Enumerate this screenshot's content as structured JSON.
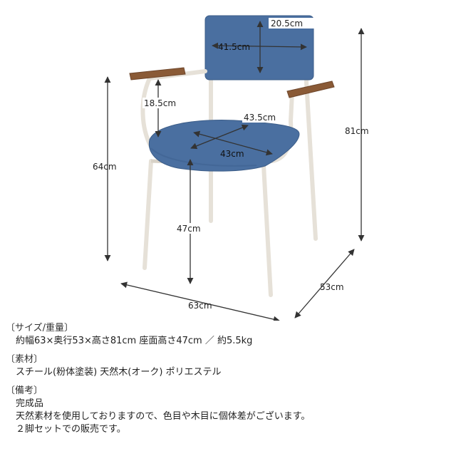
{
  "dimensions": {
    "back_height": "20.5cm",
    "back_width": "41.5cm",
    "armrest_to_seat": "18.5cm",
    "seat_depth": "43.5cm",
    "seat_width": "43cm",
    "arm_height": "64cm",
    "total_height": "81cm",
    "seat_height": "47cm",
    "total_width": "63cm",
    "total_depth": "53cm"
  },
  "specs": {
    "size": {
      "heading": "〔サイズ/重量〕",
      "lines": [
        "約幅63×奥行53×高さ81cm 座面高さ47cm ／ 約5.5kg"
      ]
    },
    "material": {
      "heading": "〔素材〕",
      "lines": [
        "スチール(粉体塗装) 天然木(オーク) ポリエステル"
      ]
    },
    "notes": {
      "heading": "〔備考〕",
      "lines": [
        "完成品",
        "天然素材を使用しておりますので、色目や木目に個体差がございます。",
        "２脚セットでの販売です。"
      ]
    }
  },
  "colors": {
    "fabric": "#4a6fa0",
    "frame": "#e6e1d8",
    "wood": "#8a5a36",
    "dim_line": "#333333"
  }
}
